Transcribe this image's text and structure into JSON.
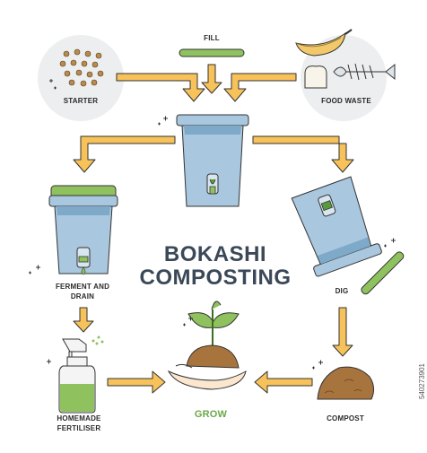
{
  "title": {
    "line1": "BOKASHI",
    "line2": "COMPOSTING"
  },
  "steps": {
    "fill": "FILL",
    "starter": "STARTER",
    "food_waste": "FOOD WASTE",
    "ferment_line1": "FERMENT AND",
    "ferment_line2": "DRAIN",
    "dig": "DIG",
    "fertiliser_line1": "HOMEMADE",
    "fertiliser_line2": "FERTILISER",
    "grow": "GROW",
    "compost": "COMPOST"
  },
  "watermark": "540273901",
  "colors": {
    "arrow": "#f7c25a",
    "bin": "#a9c7de",
    "bin_dark": "#7fa9c8",
    "green": "#8fc25f",
    "green_dark": "#5a9a3a",
    "compost": "#a8743e",
    "outline": "#333333",
    "circle_bg": "#eceeef",
    "grow_text": "#6aa848"
  }
}
